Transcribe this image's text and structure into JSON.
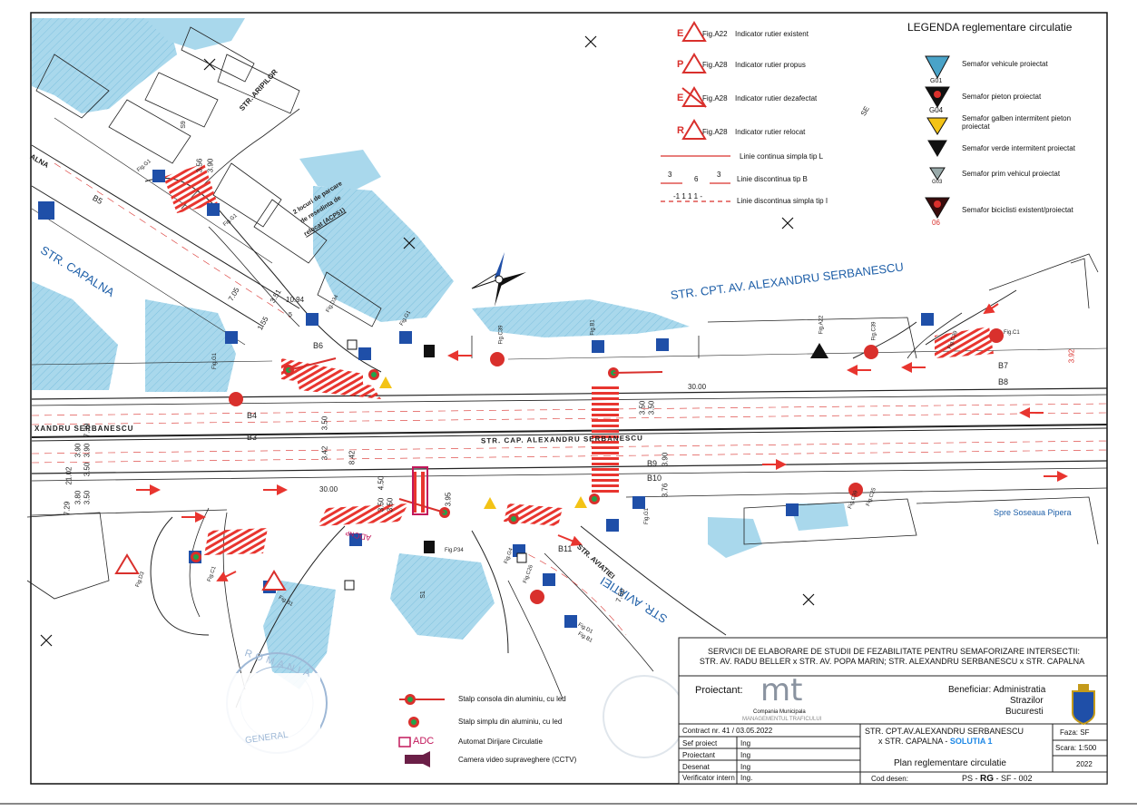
{
  "streets": {
    "serbanescu_top": "STR. CPT. AV. ALEXANDRU SERBANESCU",
    "serbanescu_mid": "STR. CAP. ALEXANDRU SERBANESCU",
    "serbanescu_left": "XANDRU SERBANESCU",
    "capalna": "STR. CAPALNA",
    "aripilor": "STR. ARIPILOR",
    "aviatiei_a": "STR. AVIATIEI",
    "aviatiei_b": "STR. AVIATIEI",
    "capalna_top": "ALNA",
    "spre_pipera": "Spre Soseaua Pipera"
  },
  "annotations": {
    "parcare": [
      "2 locuri de parcare",
      "de resedinta de",
      "relocat (ACP51)"
    ],
    "adc": "ADC",
    "adc_mirror": "ADCɴᴘ"
  },
  "stops": [
    "B3",
    "B4",
    "B5",
    "B6",
    "B7",
    "B8",
    "B9",
    "B10",
    "B11"
  ],
  "dimensions": [
    "3.56",
    "3.90",
    "7.05",
    "1.55",
    "3.51",
    "10.94",
    "3.50",
    "3.42",
    "3.90",
    "7.39",
    "3.90",
    "3.50",
    "21.02",
    "3.80",
    "3.50",
    "7.29",
    "3.50",
    "3.50",
    "8.42",
    "30.00",
    "4.50",
    "30.00",
    "3.90",
    "3.76",
    "3.95",
    "7.50",
    "3.92",
    "3.50",
    "3.50"
  ],
  "fig_labels": [
    "Fig.G1",
    "Fig.G1",
    "Fig.D34",
    "Fig.G1",
    "Fig.C39",
    "Fig.B1",
    "Fig.A22",
    "Fig.C39",
    "Fig.C1",
    "Fig.G1",
    "Fig.C25",
    "Fig.C39",
    "Fig.G1",
    "Fig.B1",
    "Fig.D1",
    "Fig.B1",
    "Fig.D3",
    "Fig.C1",
    "Fig.G4",
    "Fig.C26",
    "Fig.P34",
    "Fig.C39"
  ],
  "section_marks": [
    "SE",
    "S9",
    "S1",
    "5"
  ],
  "legend_left": {
    "items": [
      {
        "letter": "E",
        "fig": "Fig.A22",
        "text": "Indicator rutier existent",
        "color": "#d9302c"
      },
      {
        "letter": "P",
        "fig": "Fig.A28",
        "text": "Indicator rutier propus",
        "color": "#d9302c"
      },
      {
        "letter": "E",
        "fig": "Fig.A28",
        "text": "Indicator rutier dezafectat",
        "color": "#d9302c"
      },
      {
        "letter": "R",
        "fig": "Fig.A28",
        "text": "Indicator rutier relocat",
        "color": "#d9302c"
      }
    ],
    "lines": [
      {
        "text": "Linie continua simpla tip L"
      },
      {
        "text": "Linie discontinua tip B",
        "marks": [
          "3",
          "6",
          "3"
        ]
      },
      {
        "text": "Linie discontinua simpla tip I",
        "marks": "-1 1 1 1 -"
      }
    ]
  },
  "legend_right": {
    "title": "LEGENDA reglementare circulatie",
    "items": [
      {
        "code": "G01",
        "text": "Semafor vehicule proiectat"
      },
      {
        "code": "G04",
        "text": "Semafor pieton proiectat"
      },
      {
        "code": "",
        "text": "Semafor galben intermitent pieton proiectat"
      },
      {
        "code": "",
        "text": "Semafor verde intermitent proiectat"
      },
      {
        "code": "G03",
        "text": "Semafor prim vehicul proiectat"
      },
      {
        "code": "06",
        "text": "Semafor biciclisti existent/proiectat"
      }
    ]
  },
  "legend_bottom": {
    "items": [
      {
        "text": "Stalp consola din aluminiu, cu led"
      },
      {
        "text": "Stalp simplu din aluminiu, cu led"
      },
      {
        "text": "Automat Dirijare Circulatie",
        "tag": "ADC"
      },
      {
        "text": "Camera video supraveghere (CCTV)"
      }
    ]
  },
  "stamp": {
    "text": "ROMANIA",
    "sub": "GENERAL"
  },
  "title_block": {
    "header": "SERVICII DE ELABORARE DE STUDII DE FEZABILITATE PENTRU SEMAFORIZARE INTERSECTII:",
    "header2": "STR. AV. RADU BELLER x STR. AV. POPA MARIN; STR. ALEXANDRU SERBANESCU x STR. CAPALNA",
    "proiectant_label": "Proiectant:",
    "logo": "mt",
    "company1": "Compania Municipala",
    "company2": "MANAGEMENTUL TRAFICULUI",
    "beneficiar": [
      "Beneficiar: Administratia",
      "Strazilor",
      "Bucuresti"
    ],
    "contract": "Contract nr.  41 / 03.05.2022",
    "rows": [
      {
        "role": "Sef proiect",
        "name": "Ing"
      },
      {
        "role": "Proiectant",
        "name": "Ing"
      },
      {
        "role": "Desenat",
        "name": "Ing"
      },
      {
        "role": "Verificator intern",
        "name": "Ing."
      }
    ],
    "project1": "STR. CPT.AV.ALEXANDRU SERBANESCU",
    "project2": "x STR. CAPALNA - ",
    "solutie": "SOLUTIA 1",
    "plan": "Plan reglementare circulatie",
    "faza": "Faza: SF",
    "scara": "Scara: 1:500",
    "year": "2022",
    "cod_label": "Cod desen:",
    "cod_pre": "PS - ",
    "cod_mid": "RG",
    "cod_post": " - SF - 002"
  },
  "colors": {
    "water": "#9fd3ea",
    "crosswalk": "#e8352f",
    "sign_blue": "#1f4fa8",
    "line": "#222222",
    "accent_red": "#d9302c",
    "street_blue": "#1e5fa8"
  }
}
